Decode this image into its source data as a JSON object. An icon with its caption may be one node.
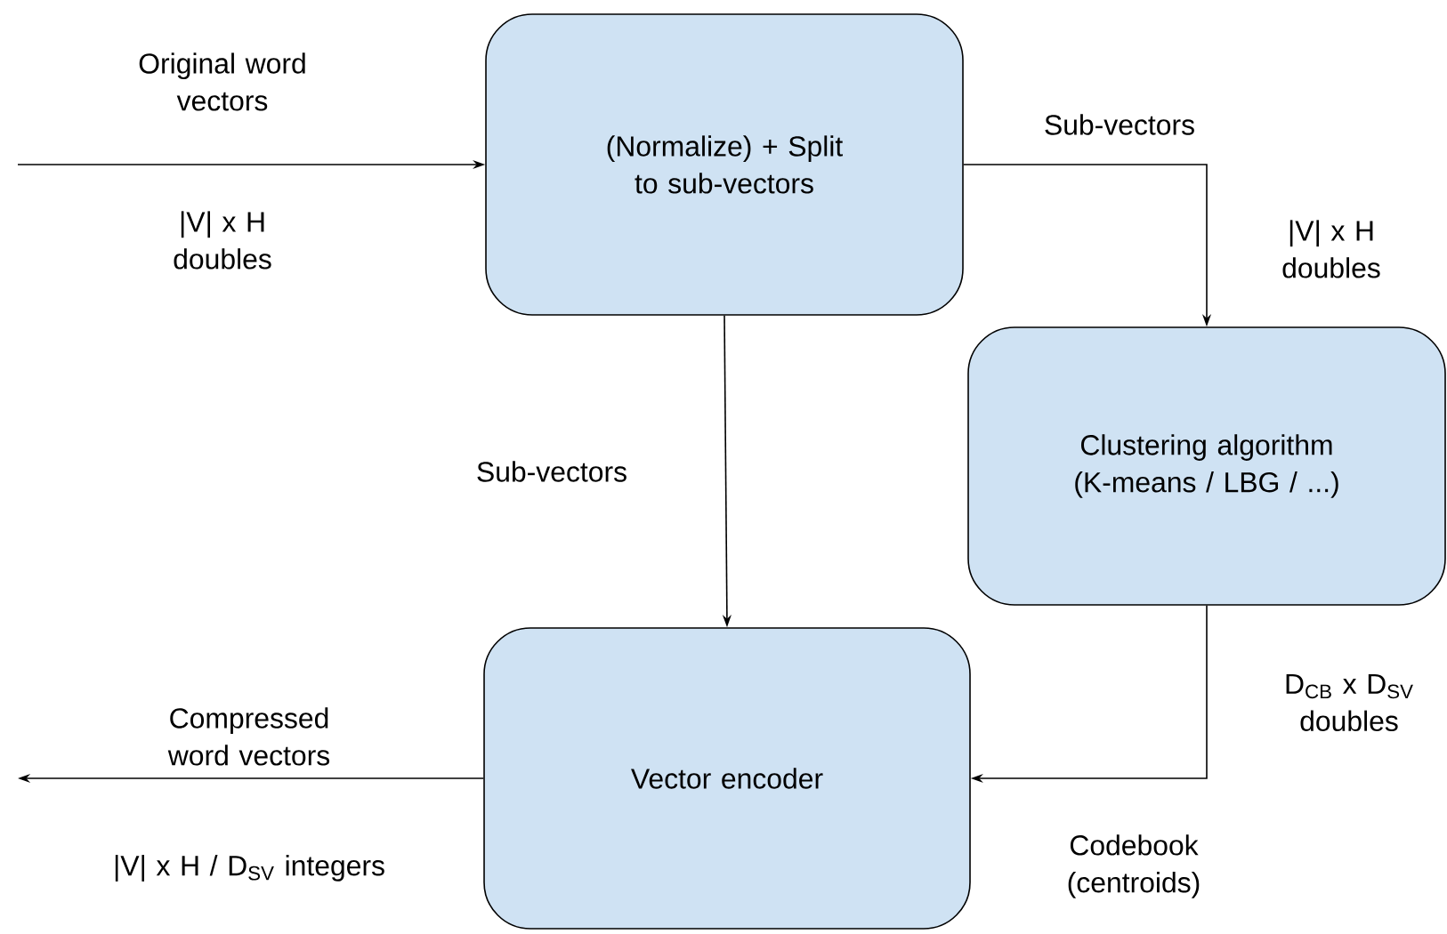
{
  "diagram": {
    "nodes": [
      {
        "text": [
          "(Normalize) + Split to sub-vectors"
        ]
      },
      {
        "text": [
          "Clustering algorithm (K-means / LBG / ...)"
        ]
      },
      {
        "text": [
          "Vector encoder"
        ]
      }
    ],
    "edges": [
      {
        "from": null,
        "to": 0,
        "arrow": "to",
        "label": "Original word vectors"
      },
      {
        "from": 0,
        "to": 1,
        "arrow": "to",
        "label": "Sub-vectors"
      },
      {
        "from": 0,
        "to": 2,
        "arrow": "to",
        "label": "Sub-vectors"
      },
      {
        "from": 1,
        "to": 2,
        "arrow": "to",
        "label": "Codebook (centroids)"
      },
      {
        "from": 2,
        "to": null,
        "arrow": "to",
        "label": "Compressed word vectors"
      }
    ],
    "labels": [
      "|V| x H doubles",
      "|V| x H doubles",
      "D$_{CB}$ x D$_{SV}$ doubles",
      "|V| x H / D$_{SV}$ integers"
    ]
  }
}
